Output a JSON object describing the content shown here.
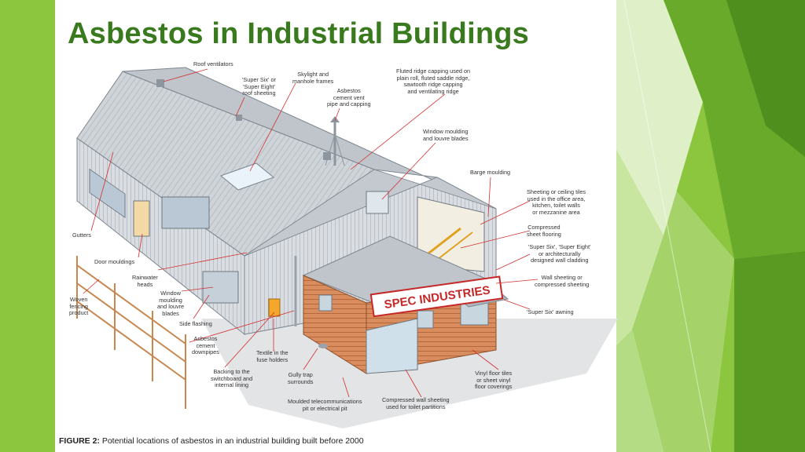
{
  "title": "Asbestos in Industrial Buildings",
  "caption": {
    "prefix": "FIGURE 2:",
    "text": "Potential locations of asbestos in an industrial building built before 2000"
  },
  "sign_text": "SPEC INDUSTRIES",
  "labels": {
    "roof_ventilators": "Roof ventilators",
    "super_six_roof": "'Super Six' or\n'Super Eight'\nroof sheeting",
    "skylight": "Skylight and\nmanhole frames",
    "vent_pipe": "Asbestos\ncement vent\npipe and capping",
    "ridge_capping": "Fluted ridge capping used on\nplain roll, fluted saddle ridge,\nsawtooth ridge capping\nand ventilating ridge",
    "window_moulding_top": "Window moulding\nand louvre blades",
    "barge": "Barge moulding",
    "ceiling_tiles": "Sheeting or ceiling tiles\nused in the office area,\nkitchen, toilet walls\nor mezzanine area",
    "compressed_flooring": "Compressed\nsheet flooring",
    "wall_cladding": "'Super Six', 'Super Eight'\nor architecturally\ndesigned wall cladding",
    "wall_sheeting": "Wall sheeting or\ncompressed sheeting",
    "awning": "'Super Six' awning",
    "vinyl_floor": "Vinyl floor tiles\nor sheet vinyl\nfloor coverings",
    "toilet_partitions": "Compressed wall sheeting\nused for toilet partitions",
    "telecom_pit": "Moulded telecommunications\npit or electrical pit",
    "gully_trap": "Gully trap\nsurrounds",
    "textile_fuse": "Textile in the\nfuse holders",
    "switchboard": "Backing to the\nswitchboard and\ninternal lining",
    "downpipes": "Asbestos\ncement\ndownpipes",
    "side_flashing": "Side flashing",
    "window_moulding_left": "Window\nmoulding\nand louvre\nblades",
    "rainwater_heads": "Rainwater\nheads",
    "door_mouldings": "Door mouldings",
    "gutters": "Gutters",
    "woven_fencing": "Woven\nfencing\nproduct"
  },
  "colors": {
    "title": "#3a7a1e",
    "accent_green": "#8cc63f",
    "sign_red": "#c62828",
    "leader_red": "#d32f2f"
  }
}
